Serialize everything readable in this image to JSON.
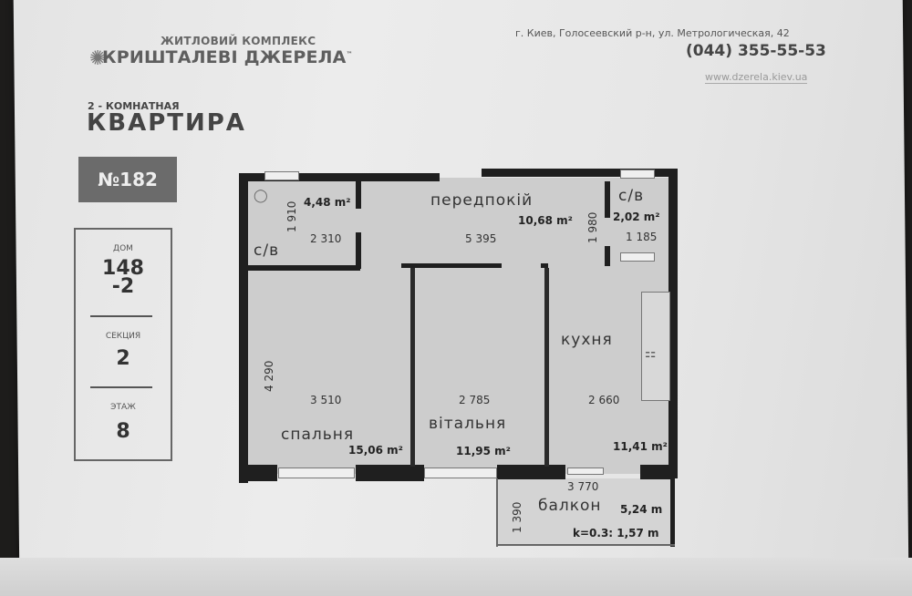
{
  "header": {
    "complex_subtitle": "ЖИТЛОВИЙ КОМПЛЕКС",
    "complex_name": "КРИШТАЛЕВІ ДЖЕРЕЛА",
    "trademark": "™",
    "logo_icon": "sun-icon",
    "address": "г. Киев, Голосеевский р-н, ул. Метрологическая, 42",
    "phone": "(044) 355-55-53",
    "website": "www.dzerela.kiev.ua"
  },
  "apartment": {
    "type": "2 - КОМНАТНАЯ",
    "title": "КВАРТИРА",
    "number": "№182"
  },
  "info_card": {
    "house_label": "ДОМ",
    "house_value_line1": "148",
    "house_value_line2": "-2",
    "section_label": "СЕКЦИЯ",
    "section_value": "2",
    "floor_label": "ЭТАЖ",
    "floor_value": "8"
  },
  "floor_plan": {
    "rooms": [
      {
        "name": "с/в",
        "area": "4,48 m²",
        "dim_width": "2 310",
        "dim_height": "1 910"
      },
      {
        "name": "передпокій",
        "area": "10,68 m²",
        "dim_width": "5 395",
        "dim_height": "1 980"
      },
      {
        "name": "с/в",
        "area": "2,02 m²",
        "dim_width": "1 185"
      },
      {
        "name": "спальня",
        "area": "15,06 m²",
        "dim_width": "3 510",
        "dim_height": "4 290"
      },
      {
        "name": "вітальня",
        "area": "11,95 m²",
        "dim_width": "2 785"
      },
      {
        "name": "кухня",
        "area": "11,41 m²",
        "dim_width": "2 660"
      },
      {
        "name": "балкон",
        "area": "5,24 m",
        "dim_width": "3 770",
        "dim_height": "1 390",
        "coefficient": "k=0.3: 1,57 m"
      }
    ]
  }
}
